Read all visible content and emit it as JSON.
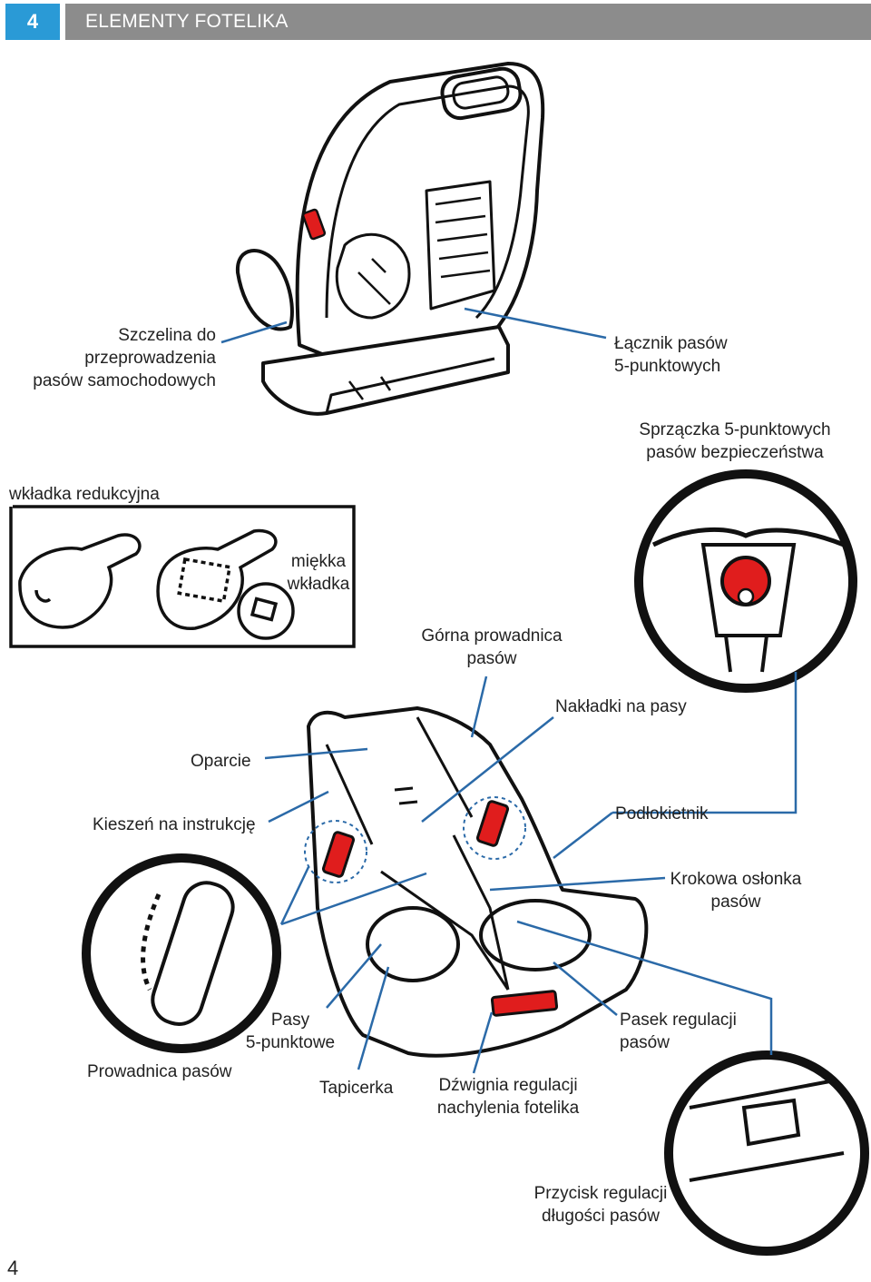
{
  "header": {
    "section_number": "4",
    "title": "ELEMENTY FOTELIKA"
  },
  "labels": {
    "belt_slot": "Szczelina do\nprzeprowadzenia\npasów samochodowych",
    "harness_connector": "Łącznik pasów\n5-punktowych",
    "buckle": "Sprzączka 5-punktowych\npasów bezpieczeństwa",
    "reducer_insert": "wkładka redukcyjna",
    "soft_insert": "miękka\nwkładka",
    "upper_guide": "Górna prowadnica\npasów",
    "shoulder_pads": "Nakładki na pasy",
    "backrest": "Oparcie",
    "manual_pocket": "Kieszeń na instrukcję",
    "armrest": "Podłokietnik",
    "crotch_pad": "Krokowa osłonka\npasów",
    "belt_guide": "Prowadnica pasów",
    "harness": "Pasy\n5-punktowe",
    "upholstery": "Tapicerka",
    "recline_lever": "Dźwignia regulacji\nnachylenia fotelika",
    "adjust_strap": "Pasek regulacji\npasów",
    "adjust_button": "Przycisk regulacji\ndługości pasów"
  },
  "footer": {
    "page_number": "4"
  },
  "colors": {
    "accent_blue": "#2a9ad6",
    "header_gray": "#8c8c8c",
    "leader": "#2b6aa8",
    "highlight_red": "#e01d1d"
  }
}
